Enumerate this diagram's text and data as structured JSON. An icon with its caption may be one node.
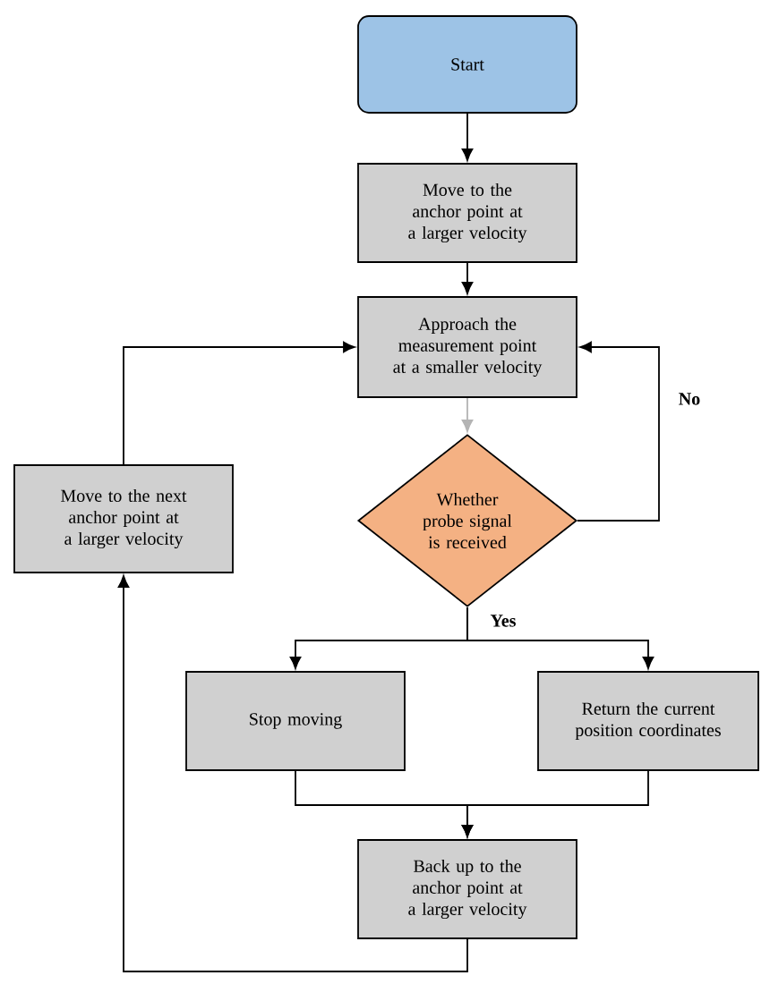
{
  "diagram": {
    "nodes": [
      {
        "text": [
          "Start"
        ]
      },
      {
        "text": [
          "Move to the anchor point at a larger velocity"
        ]
      },
      {
        "text": [
          "Approach the measurement point at a smaller velocity"
        ]
      },
      {
        "text": [
          "Whether probe signal is received"
        ]
      },
      {
        "text": [
          "Stop moving"
        ]
      },
      {
        "text": [
          "Return the current position coordinates"
        ]
      },
      {
        "text": [
          "Back up to the anchor point at a larger velocity"
        ]
      },
      {
        "text": [
          "Move to the next anchor point at a larger velocity"
        ]
      }
    ],
    "edges": [
      {
        "from": 0,
        "to": 1,
        "arrow": "to"
      },
      {
        "from": 1,
        "to": 2,
        "arrow": "to"
      },
      {
        "from": 2,
        "to": 3,
        "arrow": "to",
        "color": "#b4b4b4"
      },
      {
        "from": 3,
        "to": 2,
        "arrow": "to",
        "label": "No"
      },
      {
        "from": 3,
        "to": 4,
        "arrow": "to",
        "label": "Yes"
      },
      {
        "from": 3,
        "to": 5,
        "arrow": "to"
      },
      {
        "from": 4,
        "to": 6,
        "arrow": "to"
      },
      {
        "from": 5,
        "to": 6,
        "arrow": "to"
      },
      {
        "from": 6,
        "to": 7,
        "arrow": "to"
      },
      {
        "from": 7,
        "to": 2,
        "arrow": "to"
      }
    ]
  }
}
